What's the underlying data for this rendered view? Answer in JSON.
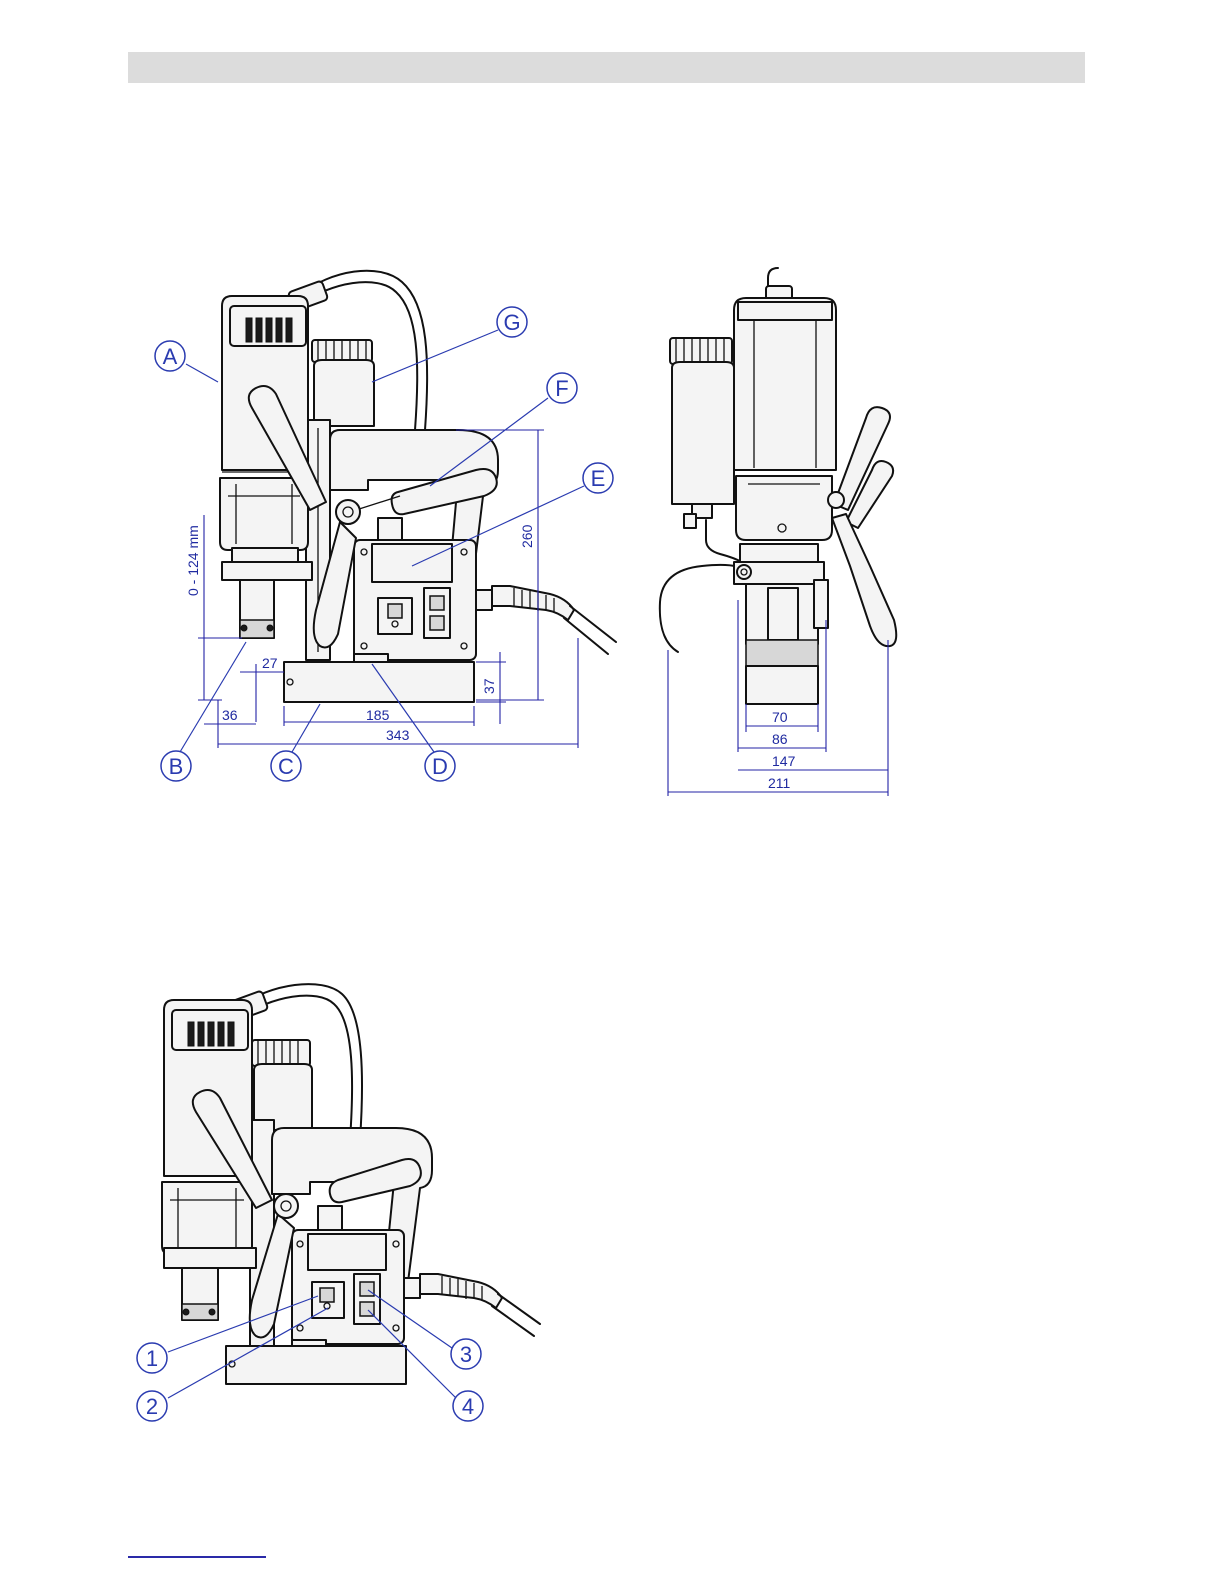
{
  "figure1": {
    "callouts": [
      "A",
      "B",
      "C",
      "D",
      "E",
      "F",
      "G"
    ],
    "dimensions": {
      "stroke": "0 - 124 mm",
      "height": "260",
      "base_height": "37",
      "offset_27": "27",
      "offset_36": "36",
      "base_length": "185",
      "overall_length": "343"
    }
  },
  "figure2": {
    "dimensions": {
      "base_width": "70",
      "width_86": "86",
      "width_147": "147",
      "overall_width": "211"
    }
  },
  "figure3": {
    "callouts": [
      "1",
      "2",
      "3",
      "4"
    ]
  },
  "colors": {
    "dimension_blue": "#1f2aa0",
    "callout_blue": "#2a3bb0",
    "header_grey": "#dcdcdc"
  }
}
